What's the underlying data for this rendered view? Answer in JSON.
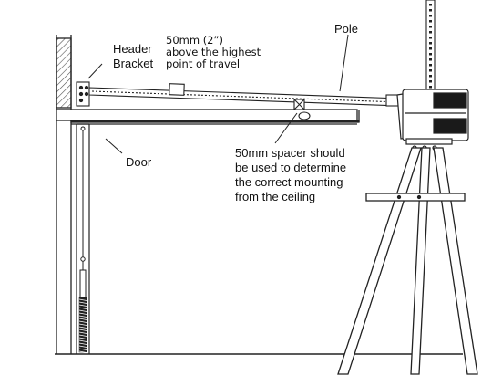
{
  "labels": {
    "header_bracket": [
      "Header",
      "Bracket"
    ],
    "clearance_note": [
      "50mm (2”)",
      "above the highest",
      "point of travel"
    ],
    "pole": "Pole",
    "door": "Door",
    "spacer_note": [
      "50mm spacer should",
      "be used to determine",
      "the correct mounting",
      "from the ceiling"
    ]
  },
  "colors": {
    "line": "#222222",
    "hatch": "#555555",
    "motor_dark": "#1a1a1a"
  }
}
